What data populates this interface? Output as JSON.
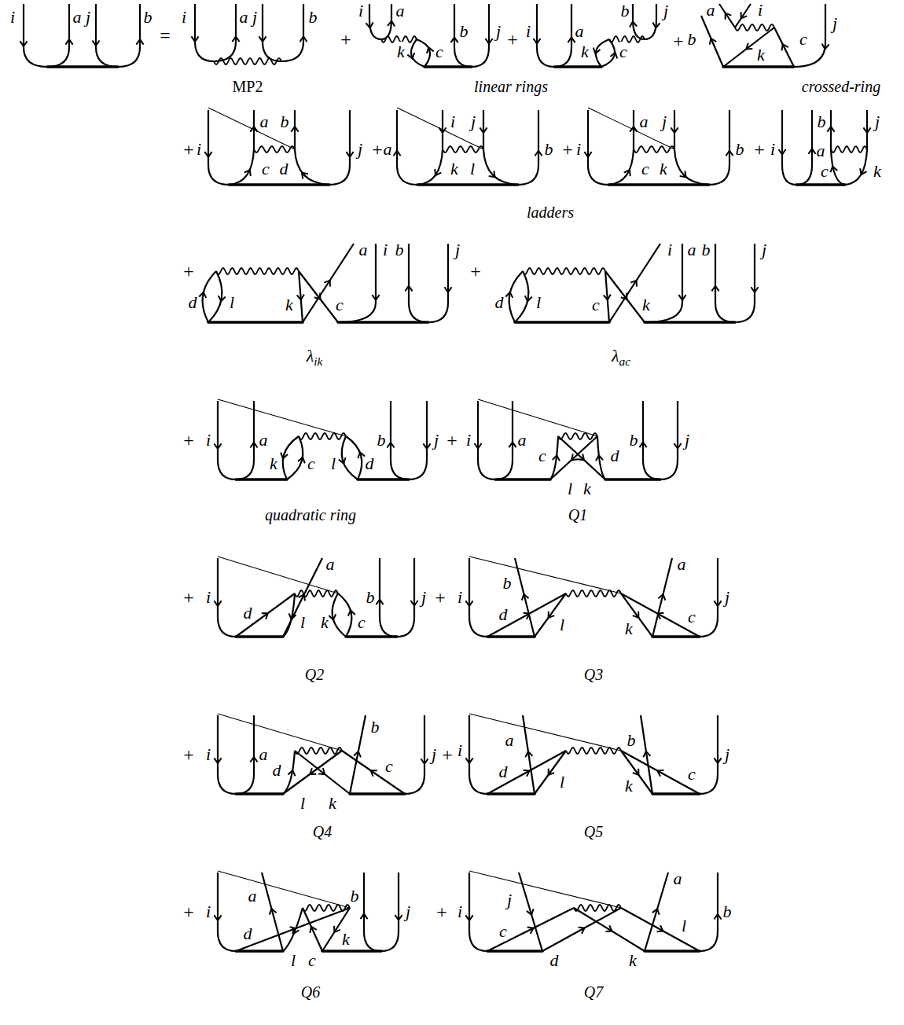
{
  "diagram": {
    "labels": [
      "i",
      "a",
      "j",
      "b",
      "=",
      "i",
      "a",
      "j",
      "b",
      "MP2",
      "+",
      "i",
      "a",
      "k",
      "c",
      "b",
      "j",
      "+",
      "i",
      "a",
      "k",
      "c",
      "b",
      "j",
      "+",
      "a",
      "i",
      "b",
      "k",
      "c",
      "j",
      "linear rings",
      "crossed-ring",
      "+",
      "i",
      "a",
      "b",
      "c",
      "d",
      "j",
      "+",
      "a",
      "i",
      "j",
      "k",
      "l",
      "b",
      "+",
      "i",
      "a",
      "j",
      "c",
      "k",
      "b",
      "+",
      "i",
      "a",
      "b",
      "c",
      "j",
      "k",
      "ladders",
      "+",
      "d",
      "l",
      "k",
      "a",
      "c",
      "i",
      "b",
      "j",
      "λik",
      "+",
      "d",
      "l",
      "c",
      "i",
      "k",
      "a",
      "b",
      "j",
      "λac",
      "+",
      "i",
      "a",
      "k",
      "c",
      "l",
      "d",
      "b",
      "j",
      "quadratic ring",
      "+",
      "i",
      "a",
      "c",
      "l",
      "k",
      "d",
      "b",
      "j",
      "Q1",
      "+",
      "i",
      "d",
      "a",
      "l",
      "k",
      "c",
      "b",
      "j",
      "Q2",
      "+",
      "i",
      "d",
      "b",
      "l",
      "k",
      "a",
      "c",
      "j",
      "Q3",
      "+",
      "i",
      "a",
      "d",
      "l",
      "k",
      "b",
      "c",
      "j",
      "Q4",
      "+",
      "i",
      "d",
      "a",
      "l",
      "k",
      "b",
      "c",
      "j",
      "Q5",
      "+",
      "i",
      "a",
      "d",
      "l",
      "c",
      "k",
      "b",
      "j",
      "Q6",
      "+",
      "i",
      "c",
      "j",
      "d",
      "k",
      "a",
      "l",
      "b",
      "Q7"
    ]
  }
}
